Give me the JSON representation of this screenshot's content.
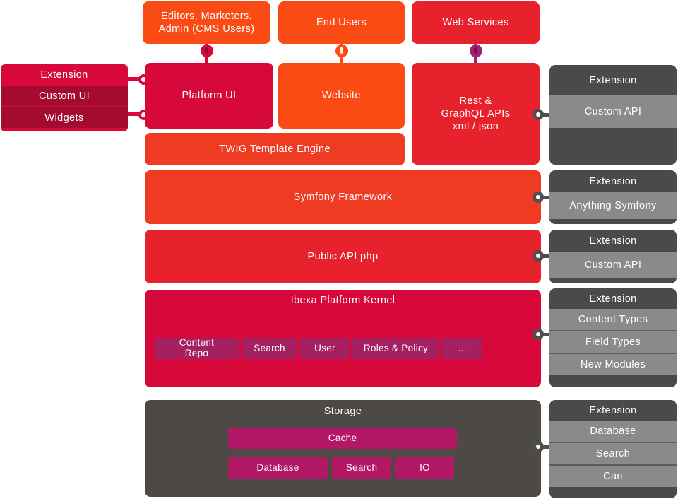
{
  "palette": {
    "orange": "#fa4b14",
    "red": "#e8222c",
    "red_orange": "#ee3b22",
    "crimson": "#d6093a",
    "maroon": "#a30c30",
    "purple": "#a42061",
    "magenta": "#b21866",
    "pin_purple": "#9e2173",
    "dark_gray": "#4b4a48",
    "light_gray": "#8a8a88",
    "divider_gray": "#5d5d5b",
    "white": "#ffffff"
  },
  "actors": {
    "cms_users": "Editors, Marketers,\nAdmin (CMS Users)",
    "end_users": "End Users",
    "web_services": "Web Services"
  },
  "left_extension": {
    "header": "Extension",
    "rows": [
      "Custom UI",
      "Widgets"
    ]
  },
  "layers": {
    "platform_ui": "Platform UI",
    "website": "Website",
    "rest_api": "Rest &\nGraphQL APIs\nxml / json",
    "twig": "TWIG Template Engine",
    "symfony": "Symfony Framework",
    "public_api": "Public API php",
    "kernel_title": "Ibexa Platform Kernel",
    "kernel_modules": [
      "Content\nRepo",
      "Search",
      "User",
      "Roles & Policy",
      "..."
    ],
    "storage_title": "Storage",
    "storage_cache": "Cache",
    "storage_modules": [
      "Database",
      "Search",
      "IO"
    ]
  },
  "right_extensions": [
    {
      "header": "Extension",
      "rows": [
        "Custom API"
      ]
    },
    {
      "header": "Extension",
      "rows": [
        "Anything Symfony"
      ]
    },
    {
      "header": "Extension",
      "rows": [
        "Custom API"
      ]
    },
    {
      "header": "Extension",
      "rows": [
        "Content Types",
        "Field Types",
        "New Modules"
      ]
    },
    {
      "header": "Extension",
      "rows": [
        "Database",
        "Search",
        "Can"
      ]
    }
  ]
}
